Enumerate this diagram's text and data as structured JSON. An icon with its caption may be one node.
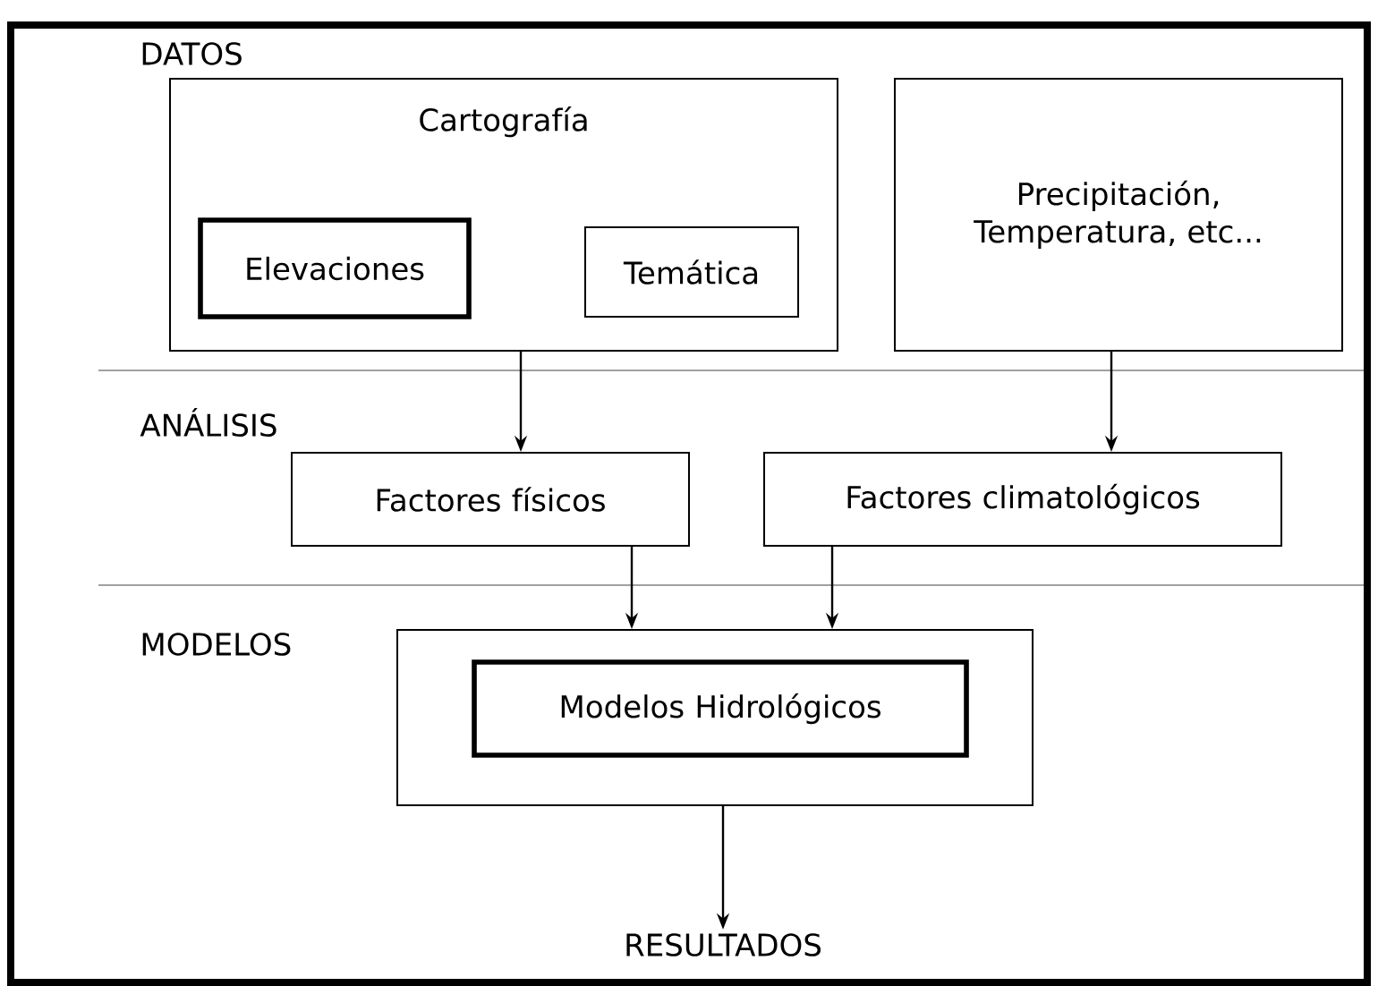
{
  "diagram": {
    "nodes": [
      {
        "text": [
          "Cartografía"
        ]
      },
      {
        "text": [
          "Elevaciones"
        ],
        "in": 0
      },
      {
        "text": [
          "Temática"
        ],
        "in": 0
      },
      {
        "text": [
          "Precipitación, Temperatura, etc..."
        ]
      },
      {
        "text": [
          "Factores físicos"
        ]
      },
      {
        "text": [
          "Factores climatológicos"
        ]
      },
      {
        "text": [],
        "shape": "box"
      },
      {
        "text": [
          "Modelos Hidrológicos"
        ],
        "in": 6
      },
      {
        "text": [
          "RESULTADOS"
        ]
      }
    ],
    "edges": [
      {
        "from": 0,
        "to": 4,
        "arrow": "to"
      },
      {
        "from": 3,
        "to": 5,
        "arrow": "to"
      },
      {
        "from": 4,
        "to": 6,
        "arrow": "to"
      },
      {
        "from": 5,
        "to": 6,
        "arrow": "to"
      },
      {
        "from": 6,
        "to": 8,
        "arrow": "to"
      }
    ],
    "labels": [
      "DATOS",
      "ANÁLISIS",
      "MODELOS"
    ]
  }
}
